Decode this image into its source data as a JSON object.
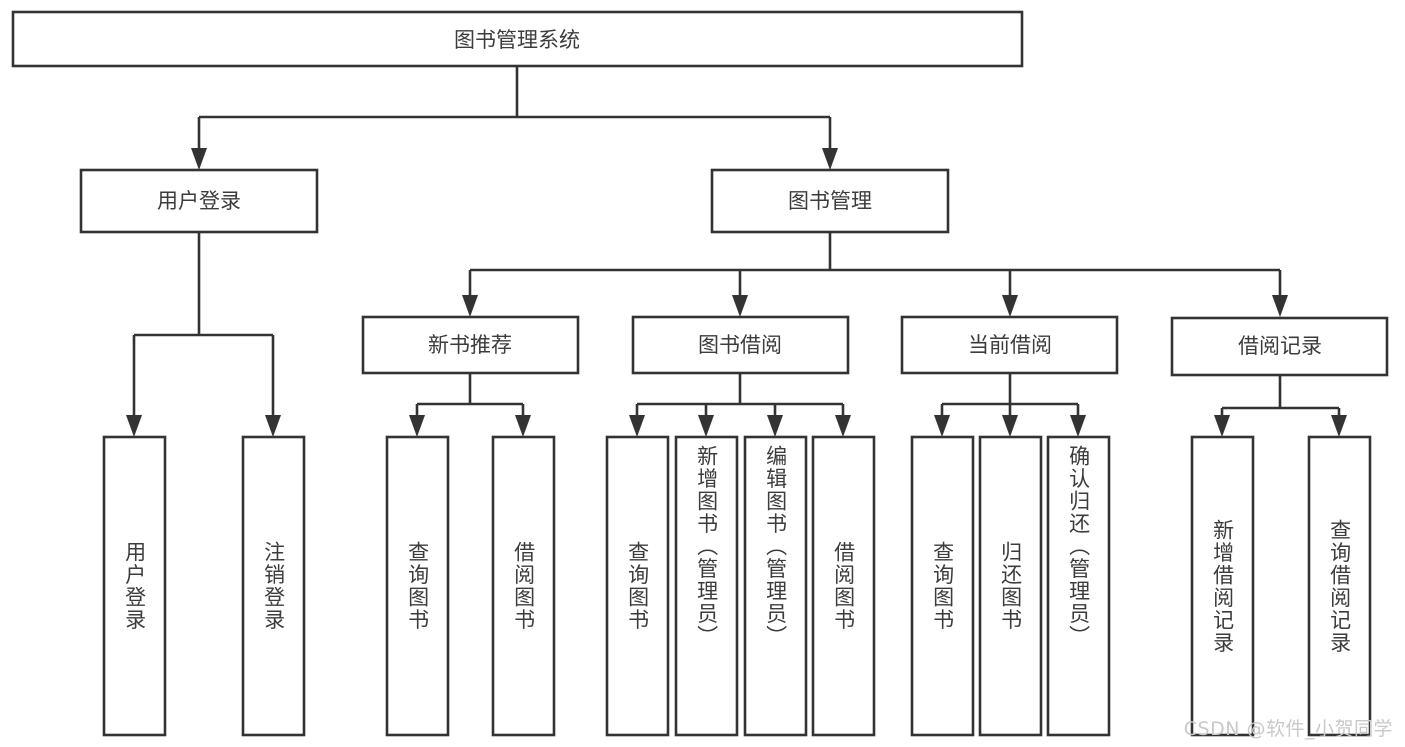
{
  "diagram": {
    "type": "hierarchy-tree",
    "background_color": "#ffffff",
    "line_color": "#333333",
    "text_color": "#3c3c3c",
    "root": {
      "id": "root",
      "label": "图书管理系统"
    },
    "level2": [
      {
        "id": "user-login",
        "label": "用户登录"
      },
      {
        "id": "book-manage",
        "label": "图书管理"
      }
    ],
    "level3": [
      {
        "id": "new-book-recommend",
        "label": "新书推荐",
        "parent": "book-manage"
      },
      {
        "id": "book-borrow",
        "label": "图书借阅",
        "parent": "book-manage"
      },
      {
        "id": "current-borrow",
        "label": "当前借阅",
        "parent": "book-manage"
      },
      {
        "id": "borrow-record",
        "label": "借阅记录",
        "parent": "book-manage"
      }
    ],
    "leaves": [
      {
        "id": "leaf-user-login",
        "label": "用户登录",
        "parent": "user-login"
      },
      {
        "id": "leaf-logout",
        "label": "注销登录",
        "parent": "user-login"
      },
      {
        "id": "leaf-query-book-1",
        "label": "查询图书",
        "parent": "new-book-recommend"
      },
      {
        "id": "leaf-borrow-book-1",
        "label": "借阅图书",
        "parent": "new-book-recommend"
      },
      {
        "id": "leaf-query-book-2",
        "label": "查询图书",
        "parent": "book-borrow"
      },
      {
        "id": "leaf-add-book",
        "label": "新增图书（管理员）",
        "parent": "book-borrow"
      },
      {
        "id": "leaf-edit-book",
        "label": "编辑图书（管理员）",
        "parent": "book-borrow"
      },
      {
        "id": "leaf-borrow-book-2",
        "label": "借阅图书",
        "parent": "book-borrow"
      },
      {
        "id": "leaf-query-book-3",
        "label": "查询图书",
        "parent": "current-borrow"
      },
      {
        "id": "leaf-return-book",
        "label": "归还图书",
        "parent": "current-borrow"
      },
      {
        "id": "leaf-confirm-return",
        "label": "确认归还（管理员）",
        "parent": "current-borrow"
      },
      {
        "id": "leaf-add-record",
        "label": "新增借阅记录",
        "parent": "borrow-record"
      },
      {
        "id": "leaf-query-record",
        "label": "查询借阅记录",
        "parent": "borrow-record"
      }
    ]
  },
  "watermark": {
    "text": "CSDN @软件_小贺同学"
  }
}
